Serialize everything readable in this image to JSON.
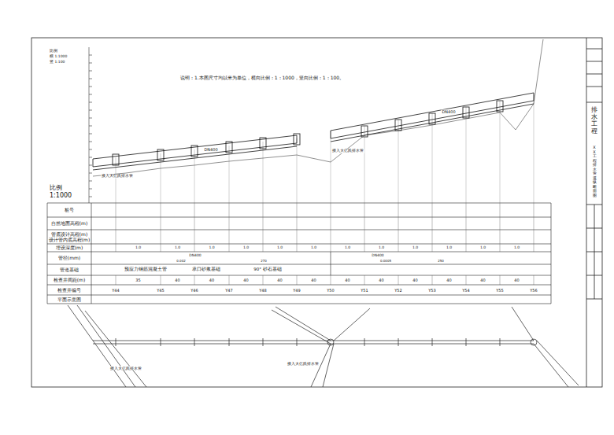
{
  "diagram": {
    "nodes": [
      {
        "text": [
          "桩号"
        ]
      },
      {
        "text": [
          "自然地面高程(m)"
        ]
      },
      {
        "text": [
          "管底设计高程(m)",
          "设计管内底高程(m)"
        ]
      },
      {
        "text": [
          "埋设深度(m)"
        ]
      },
      {
        "text": [
          "管径(mm)"
        ]
      },
      {
        "text": [
          "管道基础"
        ]
      },
      {
        "text": [
          "检查井间距(m)"
        ]
      },
      {
        "text": [
          "检查井编号"
        ]
      },
      {
        "text": [
          "平面示意图"
        ]
      },
      {
        "text": [
          "排水工程"
        ]
      },
      {
        "text": [
          "XX工程排水管道纵断面图"
        ]
      }
    ],
    "labels": [
      "说明：1.本图尺寸均以米为单位，横向比例：1：1000，竖向比例：1：100。",
      "比例",
      "横 1:1000",
      "竖 1:100",
      "比例",
      "1:1000",
      "DN400",
      "DN400",
      "接入大亿氏排水管",
      "接入大亿氏排水管",
      "1.0",
      "1.0",
      "1.0",
      "1.0",
      "1.0",
      "1.0",
      "1.0",
      "1.0",
      "1.0",
      "1.0",
      "1.0",
      "1.0",
      "DN400",
      "DN400",
      "0.002",
      "270",
      "0.0005",
      "250",
      "预应力钢筋混凝土管",
      "承口砂浆基础",
      "90° 砂石基础",
      "35",
      "40",
      "40",
      "40",
      "40",
      "40",
      "40",
      "40",
      "40",
      "40",
      "40",
      "40",
      "Y44",
      "Y45",
      "Y46",
      "Y47",
      "Y48",
      "Y49",
      "Y50",
      "Y51",
      "Y52",
      "Y53",
      "Y54",
      "Y55",
      "Y56",
      "接入大亿氏排水管",
      "接入大亿氏排水管"
    ]
  }
}
